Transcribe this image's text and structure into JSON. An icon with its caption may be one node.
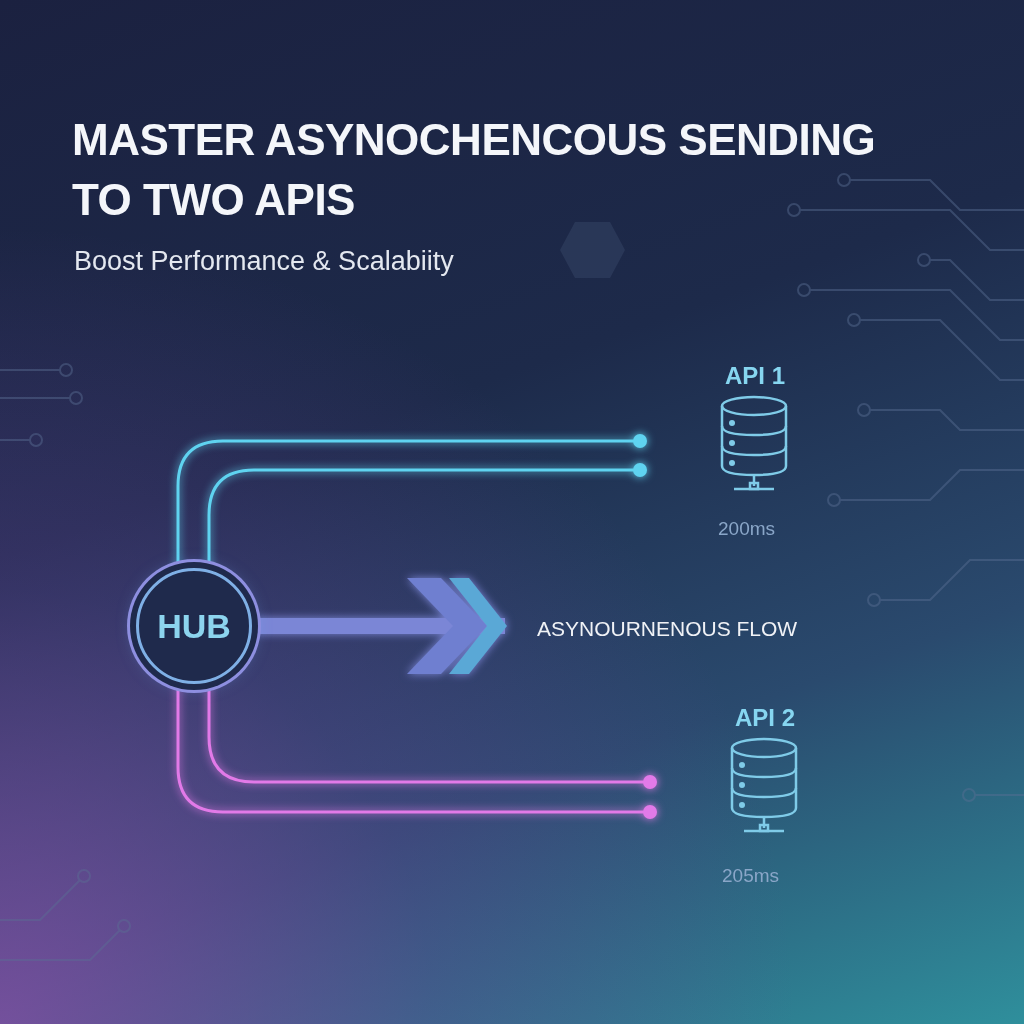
{
  "diagram": {
    "title": "MASTER ASYNOCHENCOUS SENDING TO TWO APIS",
    "caption": "Boost Performance & Scalabiity",
    "nodes": [
      {
        "text": [
          "HUB"
        ]
      },
      {
        "text": [
          "API 1"
        ],
        "beside": [
          "200ms"
        ]
      },
      {
        "text": [
          "API 2"
        ],
        "beside": [
          "205ms"
        ]
      },
      {
        "text": [
          "ASYNOURNENOUS FLOW"
        ]
      }
    ],
    "edges": [
      {
        "from": 0,
        "to": 1,
        "arrow": "other"
      },
      {
        "from": 0,
        "to": 1,
        "arrow": "other"
      },
      {
        "from": 0,
        "to": 2,
        "arrow": "other",
        "color": "#e27ae8"
      },
      {
        "from": 0,
        "to": 2,
        "arrow": "other",
        "color": "#e27ae8"
      },
      {
        "from": 0,
        "to": 3,
        "arrow": "to",
        "style": "thick",
        "color": "#7b86d6"
      }
    ]
  }
}
